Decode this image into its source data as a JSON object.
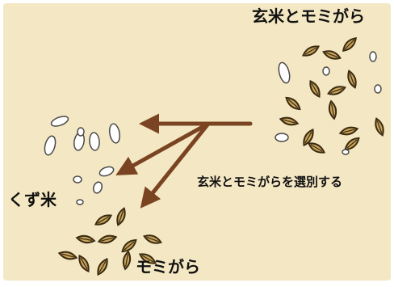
{
  "labels": {
    "top_title": "玄米とモミがら",
    "caption": "玄米とモミがらを選別する",
    "kuzu": "くず米",
    "momi": "モミがら"
  },
  "colors": {
    "background": "#f4e7c3",
    "border": "#ffffff",
    "arrow": "#7a4422",
    "husk_fill": "#c9a55a",
    "husk_stroke": "#3a2a12",
    "rice_fill": "#ffffff",
    "rice_stroke": "#4a4a4a"
  }
}
